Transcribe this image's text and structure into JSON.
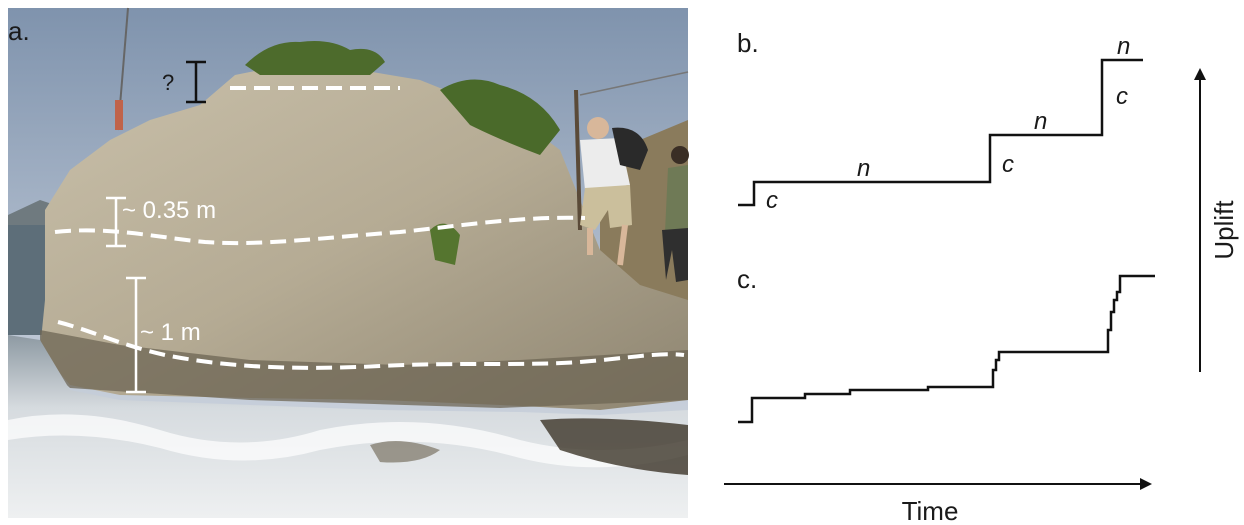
{
  "panels": {
    "a": "a.",
    "b": "b.",
    "c": "c."
  },
  "photo_annotations": {
    "question": "?",
    "gap_upper": "~ 0.35 m",
    "gap_lower": "~ 1 m"
  },
  "phase_labels": {
    "coseismic": "c",
    "interseismic": "n"
  },
  "axes": {
    "time": "Time",
    "uplift": "Uplift"
  },
  "colors": {
    "sky": "#9fb0c6",
    "rock": "#bdb49f",
    "sea": "#d9dde0",
    "line": "#111111",
    "notch_marker": "#ffffff"
  }
}
